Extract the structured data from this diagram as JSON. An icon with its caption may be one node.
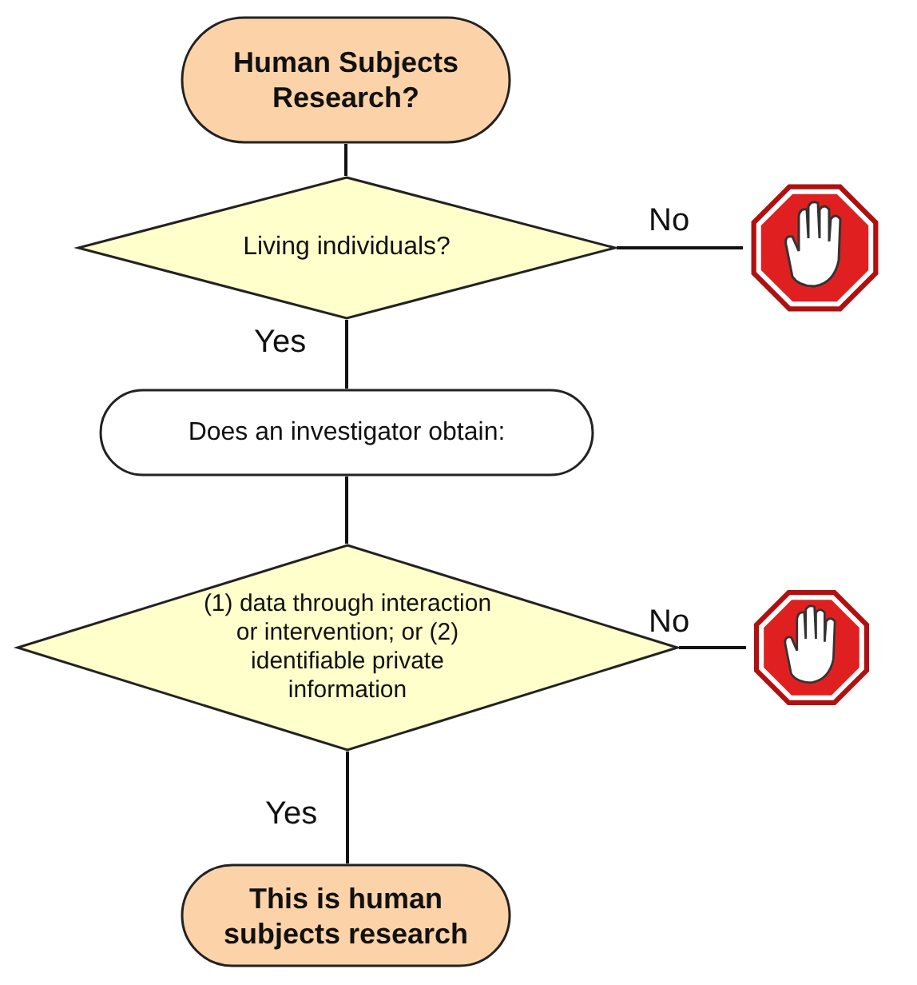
{
  "diagram": {
    "nodes": [
      {
        "text": [
          "Human Subjects Research?"
        ]
      },
      {
        "text": [
          "Living individuals?"
        ]
      },
      {
        "text": [],
        "shape": "octagon"
      },
      {
        "text": [
          "Does an investigator obtain:"
        ]
      },
      {
        "text": [
          "(1) data through interaction or intervention; or (2) identifiable private information"
        ]
      },
      {
        "text": [],
        "shape": "octagon"
      },
      {
        "text": [
          "This is human subjects research"
        ]
      }
    ],
    "edges": [
      {
        "from": 0,
        "to": 1,
        "arrow": "none"
      },
      {
        "from": 1,
        "to": 2,
        "arrow": "none",
        "label": "No"
      },
      {
        "from": 1,
        "to": 3,
        "arrow": "none",
        "label": "Yes"
      },
      {
        "from": 3,
        "to": 4,
        "arrow": "none"
      },
      {
        "from": 4,
        "to": 5,
        "arrow": "none",
        "label": "No"
      },
      {
        "from": 4,
        "to": 6,
        "arrow": "none",
        "label": "Yes"
      }
    ]
  }
}
